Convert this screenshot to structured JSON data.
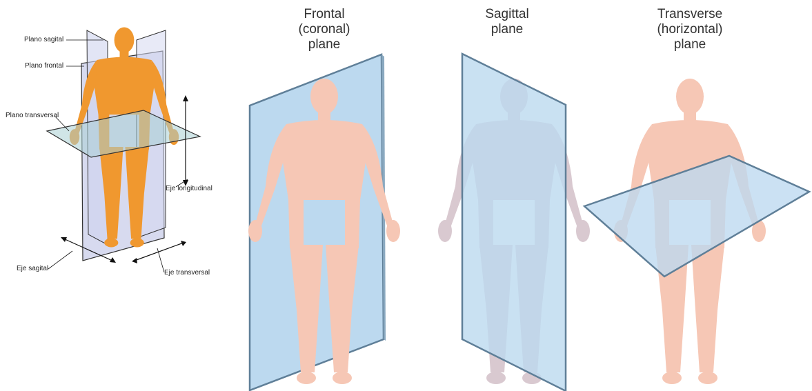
{
  "left_diagram": {
    "labels": {
      "plano_sagital": "Plano sagital",
      "plano_frontal": "Plano frontal",
      "plano_transversal": "Plano transversal",
      "eje_longitudinal": "Eje longitudinal",
      "eje_sagital": "Eje sagital",
      "eje_transversal": "Eje transversal"
    }
  },
  "panels": [
    {
      "title_lines": [
        "Frontal",
        "(coronal)",
        "plane"
      ]
    },
    {
      "title_lines": [
        "Sagittal",
        "plane"
      ]
    },
    {
      "title_lines": [
        "Transverse",
        "(horizontal)",
        "plane"
      ]
    }
  ],
  "colors": {
    "plane_blue": "#bcd9ef",
    "plane_edge": "#5f7f98",
    "skin": "#f6c7b5",
    "orange_figure": "#f0982f",
    "left_plane_lavender": "#c6cbe8"
  }
}
